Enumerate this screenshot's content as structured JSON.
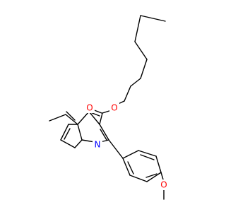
{
  "molecule": {
    "atoms": [
      {
        "id": "carbonyl_o",
        "symbol": "O",
        "color": "#ff0000"
      },
      {
        "id": "ester_o",
        "symbol": "O",
        "color": "#ff0000"
      },
      {
        "id": "ring_n",
        "symbol": "N",
        "color": "#0000ff"
      },
      {
        "id": "methoxy_o",
        "symbol": "O",
        "color": "#ff0000"
      }
    ],
    "bond_color": "#000000"
  }
}
